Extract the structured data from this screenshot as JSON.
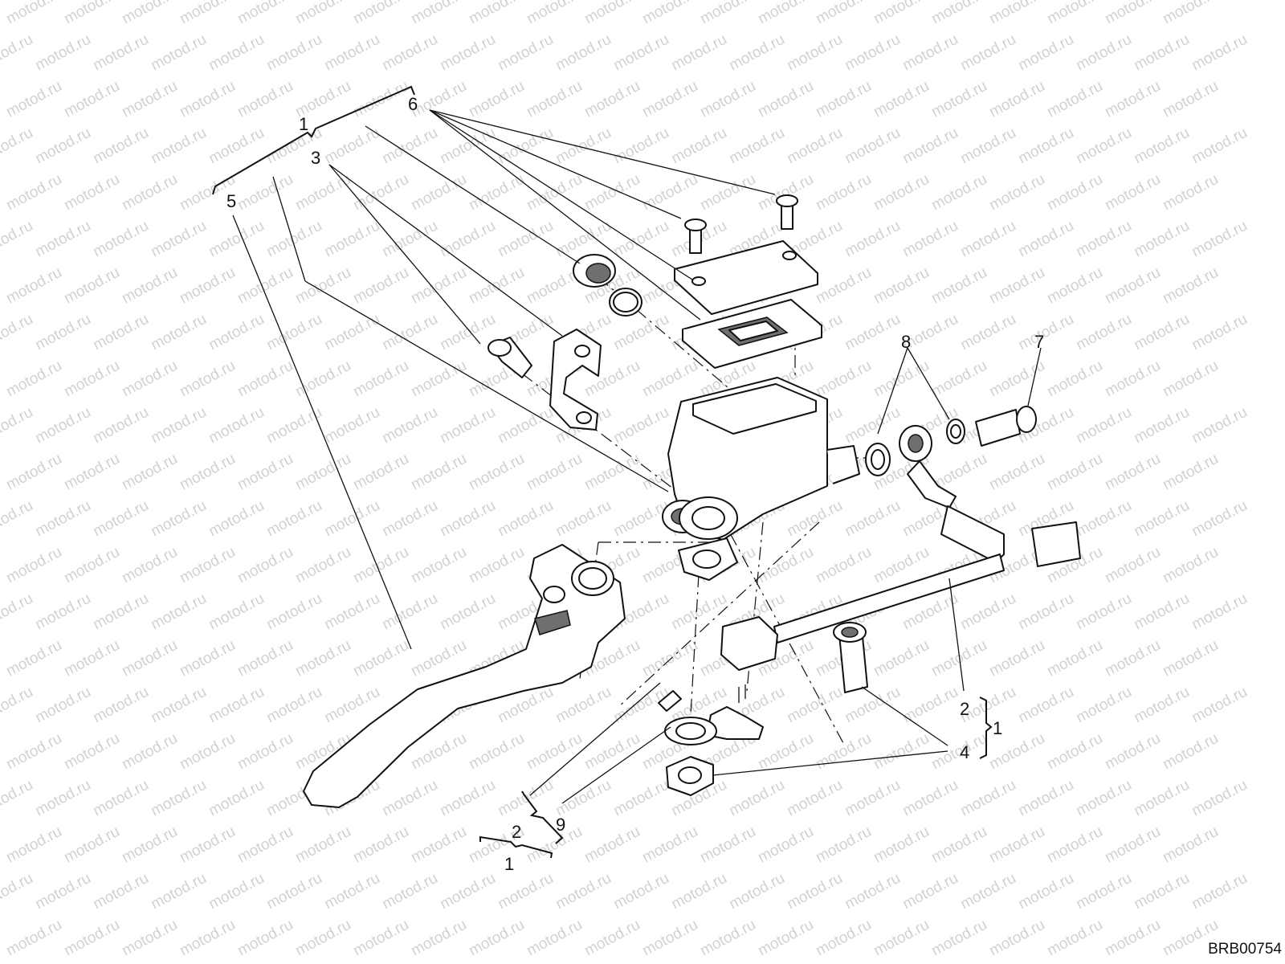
{
  "labels": {
    "l1_top": "1",
    "l6": "6",
    "l3": "3",
    "l5": "5",
    "l8": "8",
    "l7": "7",
    "l2_right": "2",
    "l1_right": "1",
    "l4": "4",
    "l9": "9",
    "l2_bottom": "2",
    "l1_bottom": "1"
  },
  "drawing_code": "BRB00754",
  "watermark_text": "motod.ru",
  "colors": {
    "line": "#111111",
    "watermark": "#9a9a9a",
    "shade": "#6f6f6f"
  }
}
